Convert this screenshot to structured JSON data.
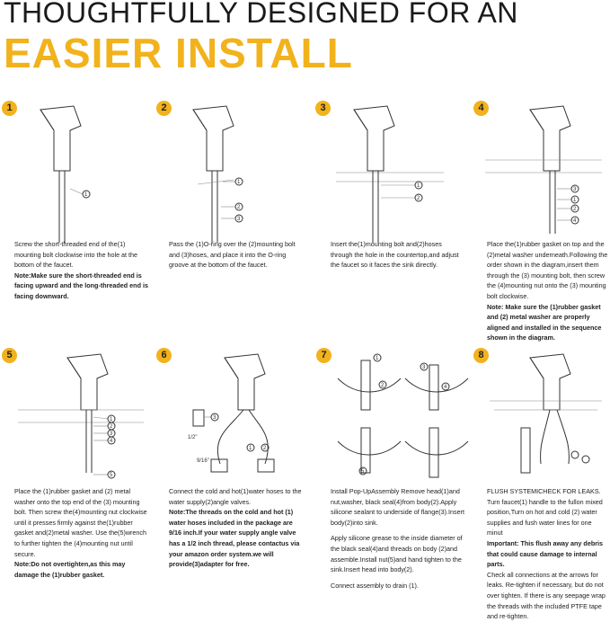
{
  "header": {
    "line1": "THOUGHTFULLY DESIGNED FOR AN",
    "line2": "EASIER INSTALL"
  },
  "colors": {
    "accent": "#f2b21c",
    "text": "#222222"
  },
  "steps": [
    {
      "num": "1",
      "callouts": [
        "1"
      ],
      "text": "Screw the short-threaded end of the(1) mounting bolt clockwise into the hole at the bottom of the faucet.",
      "note": "Note:Make sure the short-threaded end is facing upward and the long-threaded end is facing downward."
    },
    {
      "num": "2",
      "callouts": [
        "1",
        "2",
        "3"
      ],
      "text": "Pass the (1)O-ring over the (2)mounting bolt and (3)hoses, and place it into the O-ring groove at the bottom of the faucet."
    },
    {
      "num": "3",
      "callouts": [
        "1",
        "2"
      ],
      "text": "Insert the(1)mounting bolt and(2)hoses through the hole in the countertop,and adjust the faucet so it faces the sink directly."
    },
    {
      "num": "4",
      "callouts": [
        "3",
        "1",
        "2",
        "4"
      ],
      "text": "Place the(1)rubber gasket on top and the (2)metal washer underneath.Following the order shown in the diagram,insert them through the (3) mounting bolt, then screw the (4)mounting nut onto the (3) mounting bolt clockwise.",
      "note": "Note: Make sure the (1)rubber gasket and (2) metal washer are properly aligned and installed in the sequence shown in the diagram."
    },
    {
      "num": "5",
      "callouts": [
        "1",
        "2",
        "3",
        "4",
        "5"
      ],
      "text": "Place the (1)rubber gasket and (2) metal washer onto the top end of the (3) mounting bolt. Then screw the(4)mounting nut clockwise until it presses firmly against the(1)rubber gasket and(2)metal washer. Use the(5)wrench to further tighten the (4)mounting nut until secure.",
      "note": "Note:Do not overtighten,as this may damage the (1)rubber gasket."
    },
    {
      "num": "6",
      "callouts": [
        "3",
        "1/2\"",
        "1",
        "2",
        "9/16\""
      ],
      "text": "Connect the cold and hot(1)water hoses to the water supply(2)angle valves.",
      "note": "Note:The threads on the cold and hot (1) water hoses included in the package are 9/16 inch.If your water supply angle valve has a 1/2 inch thread, please contactus via your amazon order system.we will provide(3)adapter for free."
    },
    {
      "num": "7",
      "callouts": [
        "1",
        "2",
        "3",
        "4",
        "5"
      ],
      "paras": [
        "Install Pop-UpAssembly Remove head(1)and nut,washer, black seal(4)from body(2).Apply silicone sealant to underside of flange(3).Insert body(2)into sink.",
        "Apply silicone grease to the inside diameter of the black seal(4)and threads on body (2)and assemble.Install nut(5)and hand tighten to the sink.Insert head into body(2).",
        "Connect assembly to drain (1)."
      ]
    },
    {
      "num": "8",
      "title": "FLUSH SYSTEMICHECK FOR LEAKS.",
      "text": "Turn faucet(1) handle to the fullon mixed position,Turn on hot and cold (2) water supplies and fush water lines for one minut",
      "note": "Important: This flush away any debris that could cause damage to internal parts.",
      "text2": "Check all connections at the arrows for leaks. Re-tighten if necessary, but do not over tighten. If there is any seepage wrap the threads with the included PTFE tape and re-tighten."
    }
  ]
}
